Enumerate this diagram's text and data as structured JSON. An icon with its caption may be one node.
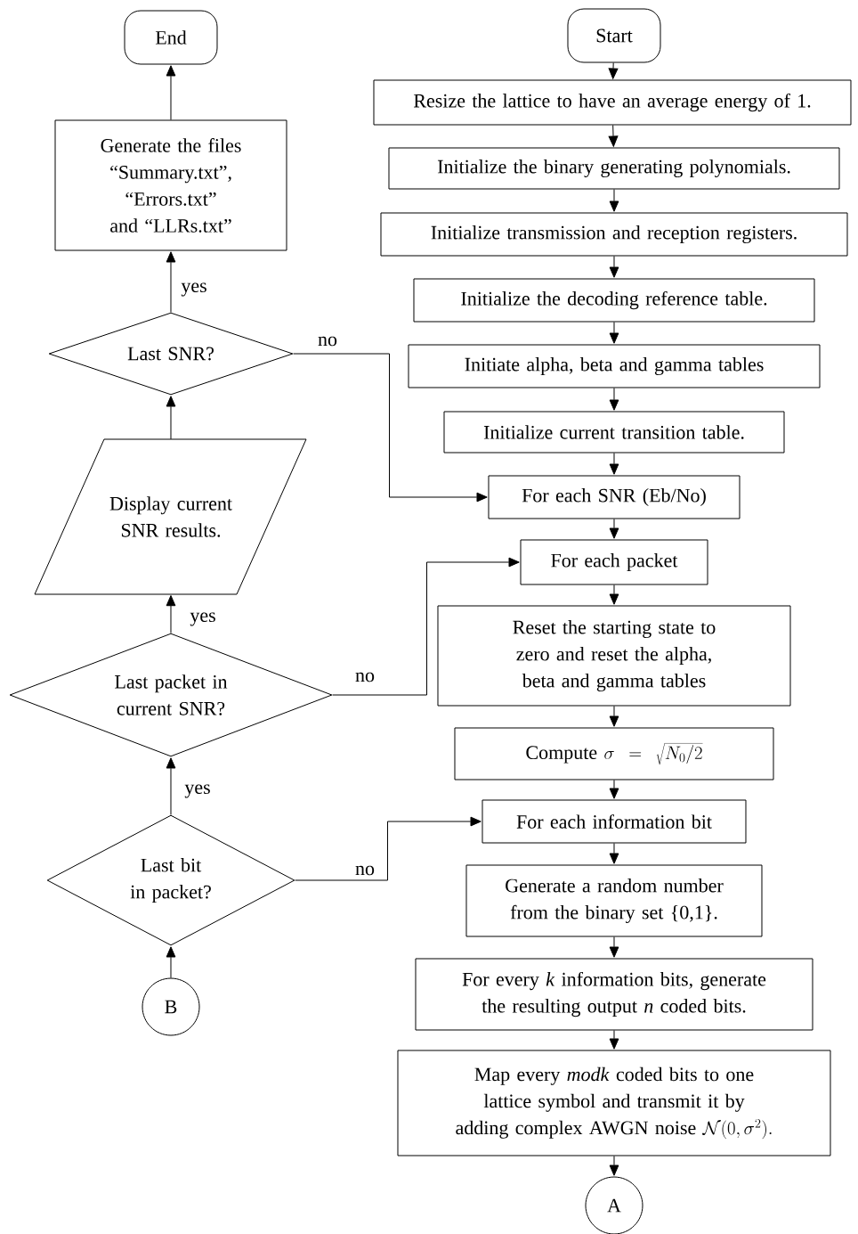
{
  "diagram": {
    "nodes": [
      {
        "text": [
          "End"
        ]
      },
      {
        "text": [
          "Start"
        ]
      },
      {
        "text": [
          "Resize the lattice to have an average energy of 1."
        ]
      },
      {
        "text": [
          "Initialize the binary generating polynomials."
        ]
      },
      {
        "text": [
          "Initialize transmission and reception registers."
        ]
      },
      {
        "text": [
          "Initialize the decoding reference table."
        ]
      },
      {
        "text": [
          "Initiate alpha, beta and gamma tables"
        ]
      },
      {
        "text": [
          "Initialize current transition table."
        ]
      },
      {
        "text": [
          "For each SNR (Eb/No)"
        ]
      },
      {
        "text": [
          "For each packet"
        ]
      },
      {
        "text": [
          "Reset the starting state to zero and reset the alpha, beta and gamma tables"
        ]
      },
      {
        "text": [
          "Compute",
          "\\sigma = \\sqrt{N_0/2}"
        ]
      },
      {
        "text": [
          "For each information bit"
        ]
      },
      {
        "text": [
          "Generate a random number from the binary set {0,1}."
        ]
      },
      {
        "text": [
          "For every *k* information bits, generate the resulting output *n* coded bits."
        ]
      },
      {
        "text": [
          "Map every *modk* coded bits to one lattice symbol and transmit it by adding complex AWGN noise",
          "\\mathcal{N}(0,\\sigma^{2})."
        ]
      },
      {
        "text": [
          "A"
        ]
      },
      {
        "text": [
          "Generate the  files “Summary.txt”, “Errors.txt” and “LLRs.txt”"
        ]
      },
      {
        "text": [
          "Last SNR?"
        ]
      },
      {
        "text": [
          "Display current SNR results."
        ]
      },
      {
        "text": [
          "Last packet in current SNR?"
        ]
      },
      {
        "text": [
          "Last bit in packet?"
        ]
      },
      {
        "text": [
          "B"
        ]
      }
    ],
    "edges": [
      {
        "from": 1,
        "to": 2,
        "arrow": "to"
      },
      {
        "from": 2,
        "to": 3,
        "arrow": "to"
      },
      {
        "from": 3,
        "to": 4,
        "arrow": "to"
      },
      {
        "from": 4,
        "to": 5,
        "arrow": "to"
      },
      {
        "from": 5,
        "to": 6,
        "arrow": "to"
      },
      {
        "from": 6,
        "to": 7,
        "arrow": "to"
      },
      {
        "from": 7,
        "to": 8,
        "arrow": "to"
      },
      {
        "from": 8,
        "to": 9,
        "arrow": "to"
      },
      {
        "from": 9,
        "to": 10,
        "arrow": "to"
      },
      {
        "from": 10,
        "to": 11,
        "arrow": "to"
      },
      {
        "from": 11,
        "to": 12,
        "arrow": "to"
      },
      {
        "from": 12,
        "to": 13,
        "arrow": "to"
      },
      {
        "from": 13,
        "to": 14,
        "arrow": "to"
      },
      {
        "from": 14,
        "to": 15,
        "arrow": "to"
      },
      {
        "from": 15,
        "to": 16,
        "arrow": "to"
      },
      {
        "from": 22,
        "to": 21,
        "arrow": "to"
      },
      {
        "from": 21,
        "to": 20,
        "arrow": "to",
        "label": "yes"
      },
      {
        "from": 20,
        "to": 19,
        "arrow": "to",
        "label": "yes"
      },
      {
        "from": 19,
        "to": 18,
        "arrow": "to"
      },
      {
        "from": 18,
        "to": 17,
        "arrow": "to",
        "label": "yes"
      },
      {
        "from": 17,
        "to": 0,
        "arrow": "to"
      },
      {
        "from": 18,
        "to": 8,
        "arrow": "to",
        "label": "no"
      },
      {
        "from": 20,
        "to": 9,
        "arrow": "to",
        "label": "no"
      },
      {
        "from": 21,
        "to": 12,
        "arrow": "to",
        "label": "no"
      }
    ]
  }
}
